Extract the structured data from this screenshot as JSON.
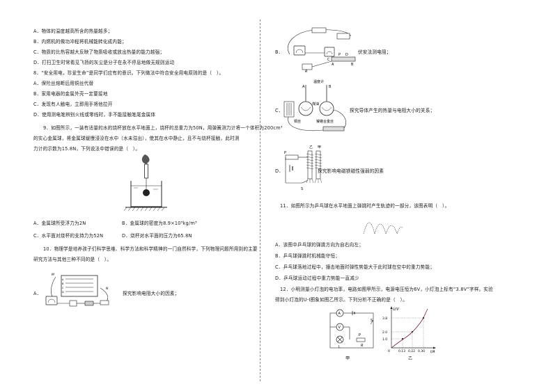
{
  "q7": {
    "a": "A．物体的温度越高所含的热量越多；",
    "b": "B．内燃机的做功冲程将机械能转化成内能；",
    "c": "C．物质的比热容越大反映了物质吸收或放出热量的能力越强；",
    "d": "D．打扫卫生时常看见飞扬的灰尘是分子在永不停息地做无规则运动"
  },
  "q8": {
    "stem": "8．“安全用电，珍爱生命”是同学们应有的意识。下列做法中符合安全用电原则的是（　）。",
    "a": "A．保险丝熔断后用铜丝代替",
    "b": "B．家用电器的金属外壳一定要接地",
    "c": "C．发现有人触电，立即用手将他拉开",
    "d": "D．使用测电笔辨别火线或零线时，手不能接触笔尾金属体"
  },
  "q9": {
    "line1": "9．如图所示，一装有适量的水的烧杯放在水平地面上，烧杯的总重力为50N，用弹簧测力计将一个体积为200cm³",
    "line2": "的实心金属球，将金属球缓慢浸没在水中（水未溢出），使其在水中静止，且不与烧杯接触，此时测",
    "line3": "力计的示数为15.8N，下列说法中错误的是（　）。",
    "a": "A．金属球所受浮力为2N",
    "b": "B．金属球的密度为8.9×10³kg/m³",
    "c": "C．水平面对烧杯的支持力为52N",
    "d": "D．烧杯对水平面的压力为65.8N"
  },
  "q10": {
    "line1": "10．物理学是培养孩子们科学思维、科学方法和科学精神的一门自然科学，下列物理问题所用到的主要",
    "line2": "研究方法与其他三种不同的是（　）。",
    "a_label": "A．",
    "a_text": "探究影响电阻大小的因素；",
    "b_label": "B．",
    "b_text": "伏安法测电阻；",
    "c_label": "C．",
    "c_text": "探究导体产生的热量与电阻大小的关系；",
    "d_label": "D．",
    "d_text": "探究影响电磁铁磁性强弱的因素",
    "c_fig": {
      "thermometer": "温度计",
      "coal_oil": "煤油",
      "copper": "铜丝",
      "nickel": "镍铬合金丝"
    },
    "d_fig": {
      "left": "乙",
      "right": "甲"
    }
  },
  "q11": {
    "line1": "11．如图所示为乒乓球在水平地面上弹跳时产生轨迹的一部分，该图表明（　）。",
    "a": "A．该图中乒乓球的弹跳方向为自右向左；",
    "b": "B．乒乓球弹跳时机械能守恒；",
    "c": "C．乒乓球落地过程中，撞击地面时弹性势能大于此时球在空中的重力势能；",
    "d": "D．乒乓球运动过程中重力势能一直减少"
  },
  "q12": {
    "line1": "12．小明测量小灯泡的电功率，电路如图甲所示，电源电压恒为6V，小灯泡上标有“3.8V”字样。实验",
    "line2": "得到小灯泡的U-I图象如图乙所示。下列分析不正确的是（　）。",
    "fig_left": "甲",
    "fig_right": "乙",
    "graph_y": "U/V",
    "graph_x": "I/A",
    "y_ticks": [
      "3.8",
      "2.0",
      "1.0"
    ],
    "x_ticks": [
      "0.13",
      "0.22",
      "0.30"
    ],
    "origin": "0"
  }
}
